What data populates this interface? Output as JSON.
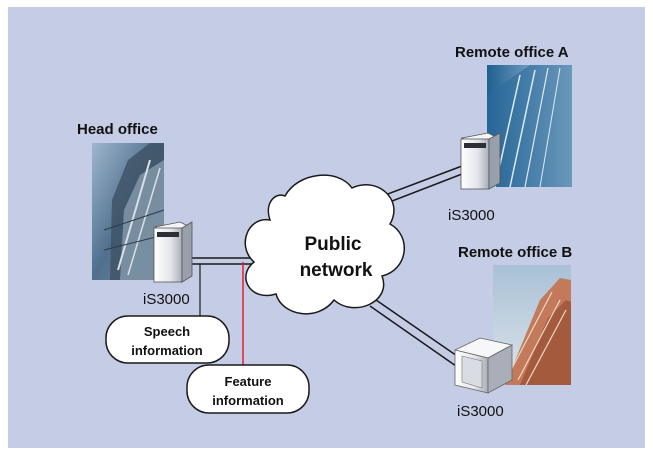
{
  "nodes": {
    "head_office": {
      "title": "Head office",
      "device": "iS3000"
    },
    "remote_a": {
      "title": "Remote office A",
      "device": "iS3000"
    },
    "remote_b": {
      "title": "Remote office B",
      "device": "iS3000"
    }
  },
  "cloud": {
    "line1": "Public",
    "line2": "network"
  },
  "labels": {
    "speech": {
      "line1": "Speech",
      "line2": "information"
    },
    "feature": {
      "line1": "Feature",
      "line2": "information"
    }
  },
  "colors": {
    "background": "#c5cde6",
    "feature_line": "#e0202a",
    "link": "#1a1a1a"
  }
}
